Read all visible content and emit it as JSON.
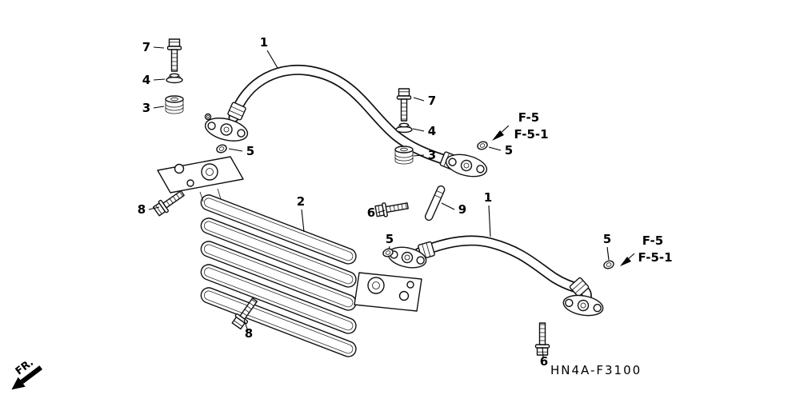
{
  "diagram": {
    "code": "HN4A-F3100",
    "fr_label": "FR.",
    "callouts": {
      "hose_top": "1",
      "hose_right": "1",
      "cooler": "2",
      "grommet_left": "3",
      "grommet_mid": "3",
      "washer_left": "4",
      "washer_mid": "4",
      "oring_left": "5",
      "oring_mid": "5",
      "oring_lower_left": "5",
      "oring_lower_right": "5",
      "bolt6_mid": "6",
      "bolt6_right": "6",
      "bolt7_left": "7",
      "bolt7_mid": "7",
      "bolt8_upper": "8",
      "bolt8_lower": "8",
      "pipe": "9"
    },
    "refs": {
      "top": [
        "F-5",
        "F-5-1"
      ],
      "right": [
        "F-5",
        "F-5-1"
      ]
    }
  }
}
